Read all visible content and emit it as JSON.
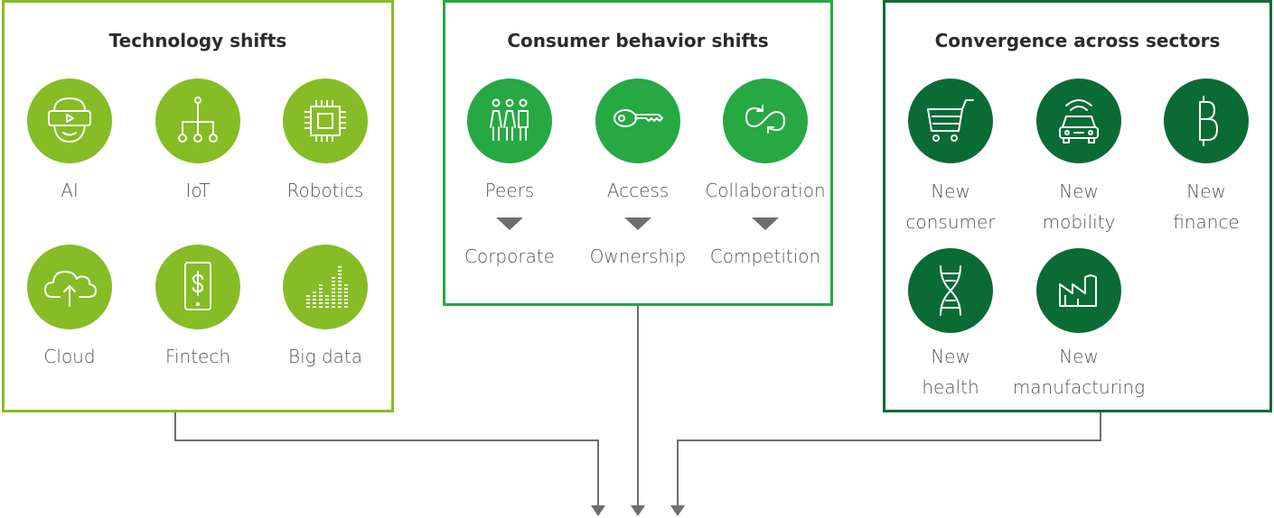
{
  "colors": {
    "technology": "#86bc25",
    "consumer": "#26a843",
    "convergence": "#0b6b35",
    "connector": "#6d6e71"
  },
  "technology": {
    "title": "Technology shifts",
    "items": [
      {
        "label": "AI",
        "icon": "vr-headset-face-icon"
      },
      {
        "label": "IoT",
        "icon": "network-tree-icon"
      },
      {
        "label": "Robotics",
        "icon": "microchip-icon"
      },
      {
        "label": "Cloud",
        "icon": "cloud-upload-icon"
      },
      {
        "label": "Fintech",
        "icon": "phone-dollar-icon"
      },
      {
        "label": "Big data",
        "icon": "bar-equalizer-icon"
      }
    ]
  },
  "consumer": {
    "title": "Consumer behavior shifts",
    "items": [
      {
        "from": "Peers",
        "to": "Corporate",
        "icon": "people-group-icon"
      },
      {
        "from": "Access",
        "to": "Ownership",
        "icon": "key-icon"
      },
      {
        "from": "Collaboration",
        "to": "Competition",
        "icon": "cycle-arrows-icon"
      }
    ]
  },
  "convergence": {
    "title": "Convergence across sectors",
    "items": [
      {
        "line1": "New",
        "line2": "consumer",
        "icon": "shopping-cart-icon"
      },
      {
        "line1": "New",
        "line2": "mobility",
        "icon": "connected-car-icon"
      },
      {
        "line1": "New",
        "line2": "finance",
        "icon": "bitcoin-icon"
      },
      {
        "line1": "New",
        "line2": "health",
        "icon": "dna-icon"
      },
      {
        "line1": "New",
        "line2": "manufacturing",
        "icon": "factory-icon"
      }
    ]
  }
}
